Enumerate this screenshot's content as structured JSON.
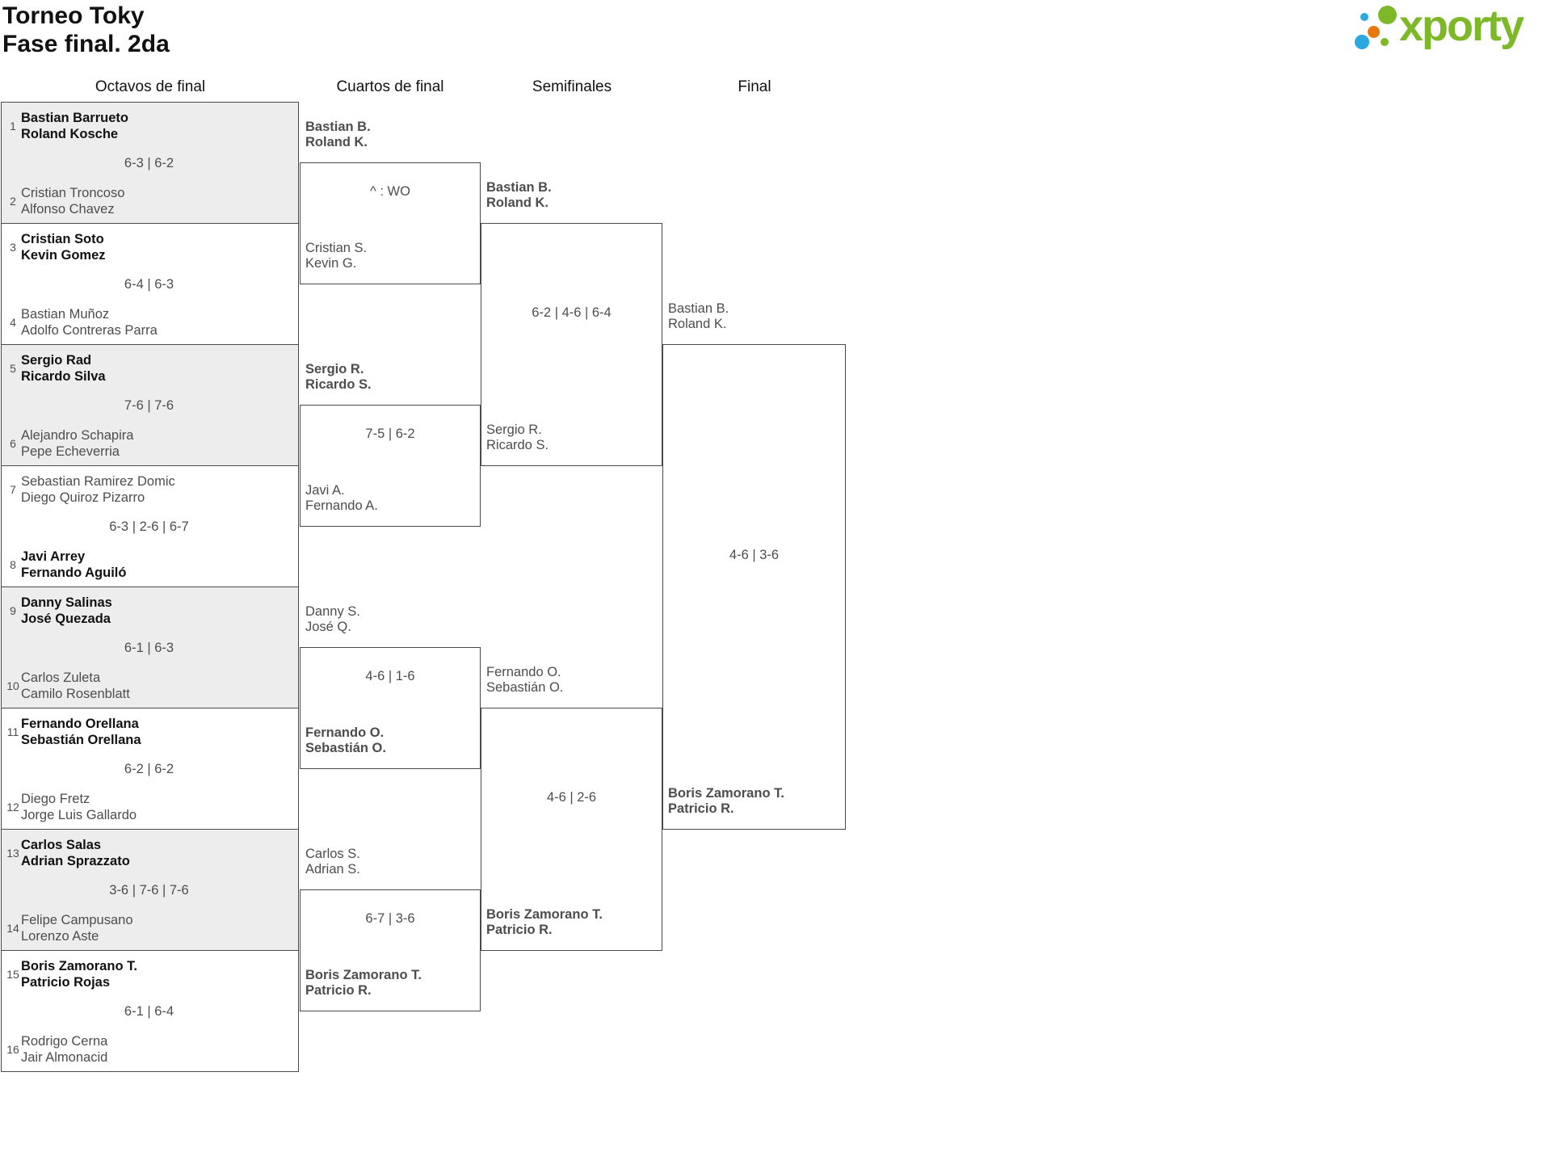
{
  "page": {
    "title_line1": "Torneo Toky",
    "title_line2": "Fase final. 2da"
  },
  "logo": {
    "text": "xporty",
    "green": "#7db829",
    "blue": "#29a8e1",
    "orange": "#e8770e"
  },
  "round_headers": {
    "octavos": "Octavos de final",
    "cuartos": "Cuartos de final",
    "semifinales": "Semifinales",
    "final": "Final"
  },
  "bracket": {
    "octavos": [
      {
        "seed1": "1",
        "team1": {
          "p1": "Bastian Barrueto",
          "p2": "Roland Kosche",
          "winner": true
        },
        "score": "6-3 | 6-2",
        "seed2": "2",
        "team2": {
          "p1": "Cristian Troncoso",
          "p2": "Alfonso Chavez",
          "winner": false
        }
      },
      {
        "seed1": "3",
        "team1": {
          "p1": "Cristian Soto",
          "p2": "Kevin Gomez",
          "winner": true
        },
        "score": "6-4 | 6-3",
        "seed2": "4",
        "team2": {
          "p1": "Bastian Muñoz",
          "p2": "Adolfo Contreras Parra",
          "winner": false
        }
      },
      {
        "seed1": "5",
        "team1": {
          "p1": "Sergio Rad",
          "p2": "Ricardo Silva",
          "winner": true
        },
        "score": "7-6 | 7-6",
        "seed2": "6",
        "team2": {
          "p1": "Alejandro Schapira",
          "p2": "Pepe Echeverria",
          "winner": false
        }
      },
      {
        "seed1": "7",
        "team1": {
          "p1": "Sebastian Ramirez Domic",
          "p2": "Diego Quiroz Pizarro",
          "winner": false
        },
        "score": "6-3 | 2-6 | 6-7",
        "seed2": "8",
        "team2": {
          "p1": "Javi Arrey",
          "p2": "Fernando Aguiló",
          "winner": true
        }
      },
      {
        "seed1": "9",
        "team1": {
          "p1": "Danny Salinas",
          "p2": "José Quezada",
          "winner": true
        },
        "score": "6-1 | 6-3",
        "seed2": "10",
        "team2": {
          "p1": "Carlos Zuleta",
          "p2": "Camilo Rosenblatt",
          "winner": false
        }
      },
      {
        "seed1": "11",
        "team1": {
          "p1": "Fernando Orellana",
          "p2": "Sebastián Orellana",
          "winner": true
        },
        "score": "6-2 | 6-2",
        "seed2": "12",
        "team2": {
          "p1": "Diego Fretz",
          "p2": "Jorge Luis Gallardo",
          "winner": false
        }
      },
      {
        "seed1": "13",
        "team1": {
          "p1": "Carlos Salas",
          "p2": "Adrian Sprazzato",
          "winner": true
        },
        "score": "3-6 | 7-6 | 7-6",
        "seed2": "14",
        "team2": {
          "p1": "Felipe Campusano",
          "p2": "Lorenzo Aste",
          "winner": false
        }
      },
      {
        "seed1": "15",
        "team1": {
          "p1": "Boris Zamorano T.",
          "p2": "Patricio Rojas",
          "winner": true
        },
        "score": "6-1 | 6-4",
        "seed2": "16",
        "team2": {
          "p1": "Rodrigo Cerna",
          "p2": "Jair Almonacid",
          "winner": false
        }
      }
    ],
    "cuartos": [
      {
        "teamA": {
          "p1": "Bastian B.",
          "p2": "Roland K.",
          "winner": true
        },
        "score": "^ : WO",
        "teamB": {
          "p1": "Cristian S.",
          "p2": "Kevin G.",
          "winner": false
        }
      },
      {
        "teamA": {
          "p1": "Sergio R.",
          "p2": "Ricardo S.",
          "winner": true
        },
        "score": "7-5 | 6-2",
        "teamB": {
          "p1": "Javi A.",
          "p2": "Fernando A.",
          "winner": false
        }
      },
      {
        "teamA": {
          "p1": "Danny S.",
          "p2": "José Q.",
          "winner": false
        },
        "score": "4-6 | 1-6",
        "teamB": {
          "p1": "Fernando O.",
          "p2": "Sebastián O.",
          "winner": true
        }
      },
      {
        "teamA": {
          "p1": "Carlos S.",
          "p2": "Adrian S.",
          "winner": false
        },
        "score": "6-7 | 3-6",
        "teamB": {
          "p1": "Boris Zamorano T.",
          "p2": "Patricio R.",
          "winner": true
        }
      }
    ],
    "semifinales": [
      {
        "teamA": {
          "p1": "Bastian B.",
          "p2": "Roland K.",
          "winner": true
        },
        "score": "6-2 | 4-6 | 6-4",
        "teamB": {
          "p1": "Sergio R.",
          "p2": "Ricardo S.",
          "winner": false
        }
      },
      {
        "teamA": {
          "p1": "Fernando O.",
          "p2": "Sebastián O.",
          "winner": false
        },
        "score": "4-6 | 2-6",
        "teamB": {
          "p1": "Boris Zamorano T.",
          "p2": "Patricio R.",
          "winner": true
        }
      }
    ],
    "final_match": {
      "teamA": {
        "p1": "Bastian B.",
        "p2": "Roland K.",
        "winner": false
      },
      "score": "4-6 | 3-6",
      "teamB": {
        "p1": "Boris Zamorano T.",
        "p2": "Patricio R.",
        "winner": true
      }
    }
  }
}
